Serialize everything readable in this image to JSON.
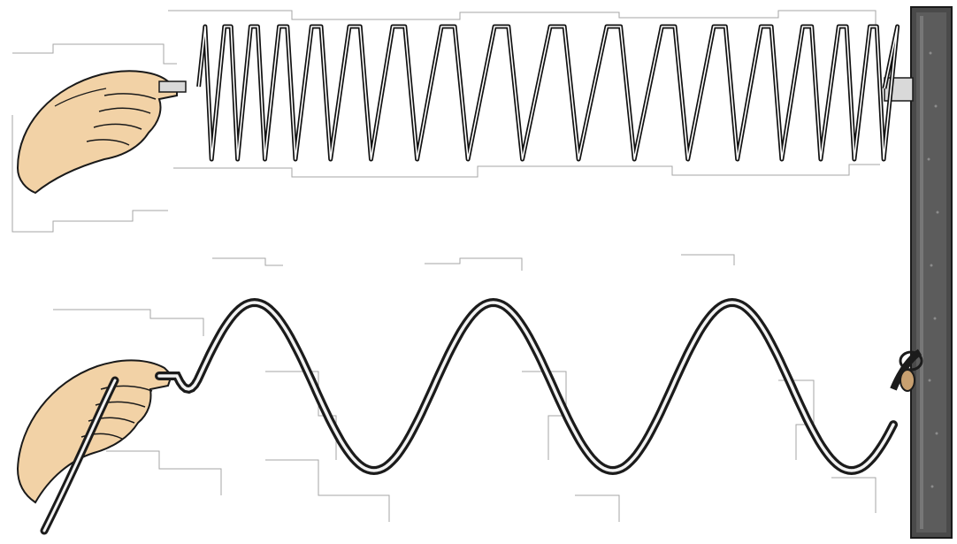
{
  "diagram": {
    "panels": [
      {
        "id": "longitudinal",
        "kind": "compression-spring",
        "coil_count": 17
      },
      {
        "id": "transverse",
        "kind": "rope-wave",
        "crest_count": 3,
        "trough_count": 3
      }
    ],
    "objects": [
      "hand-top",
      "spring",
      "wall-post",
      "hand-bottom",
      "rope",
      "rope-knot"
    ]
  },
  "colors": {
    "background": "#ffffff",
    "skin": "#f2d2a6",
    "skin_outline": "#1a1a1a",
    "spring_line": "#111111",
    "rope_dark": "#1b1b1b",
    "rope_light": "#f2f2f2",
    "post_fill": "#4a4a4a",
    "post_highlight": "#6b6b6b",
    "artifact_line": "#9a9a9a"
  }
}
